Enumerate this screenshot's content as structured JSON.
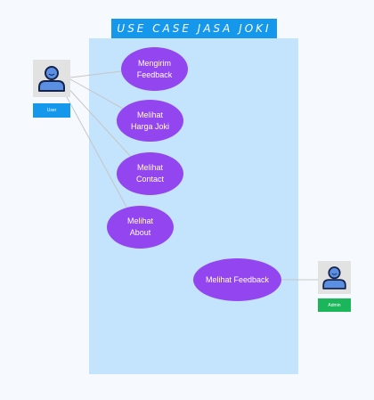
{
  "diagram": {
    "title": "USE CASE JASA JOKI",
    "actors": [
      {
        "name": "User"
      },
      {
        "name": "Admin"
      }
    ],
    "use_cases": [
      {
        "label": "Mengirim\nFeedback"
      },
      {
        "label": "Melihat\nHarga Joki"
      },
      {
        "label": "Melihat\nContact"
      },
      {
        "label": "Melihat\nAbout"
      },
      {
        "label": "Melihat Feedback"
      }
    ],
    "associations": [
      {
        "from": "User",
        "to": "Mengirim Feedback"
      },
      {
        "from": "User",
        "to": "Melihat Harga Joki"
      },
      {
        "from": "User",
        "to": "Melihat Contact"
      },
      {
        "from": "User",
        "to": "Melihat About"
      },
      {
        "from": "Admin",
        "to": "Melihat Feedback"
      }
    ]
  },
  "colors": {
    "background": "#f6f9fd",
    "system_boundary": "#c4e3fc",
    "title_banner": "#1597ec",
    "use_case": "#9346ef",
    "user_label": "#1597ec",
    "admin_label": "#1bb55a",
    "connector": "#c6c6c6"
  }
}
